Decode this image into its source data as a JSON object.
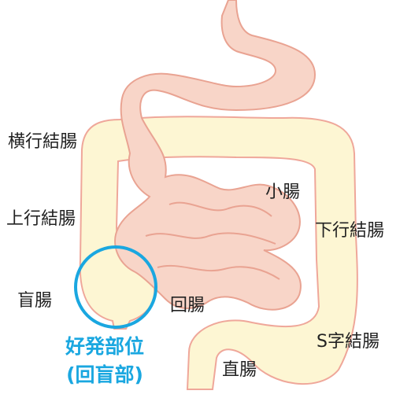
{
  "labels": {
    "transverse_colon": "横行結腸",
    "ascending_colon": "上行結腸",
    "cecum": "盲腸",
    "small_intestine": "小腸",
    "descending_colon": "下行結腸",
    "ileum": "回腸",
    "sigmoid_colon": "S字結腸",
    "rectum": "直腸"
  },
  "highlight": {
    "line1": "好発部位",
    "line2": "(回盲部)"
  },
  "colors": {
    "large_intestine_fill": "#FDF6D3",
    "large_intestine_stroke": "#EFA79A",
    "small_intestine_fill": "#F8D5C8",
    "small_intestine_stroke": "#E9A392",
    "highlight": "#1AA7E0",
    "label_text": "#222222"
  }
}
